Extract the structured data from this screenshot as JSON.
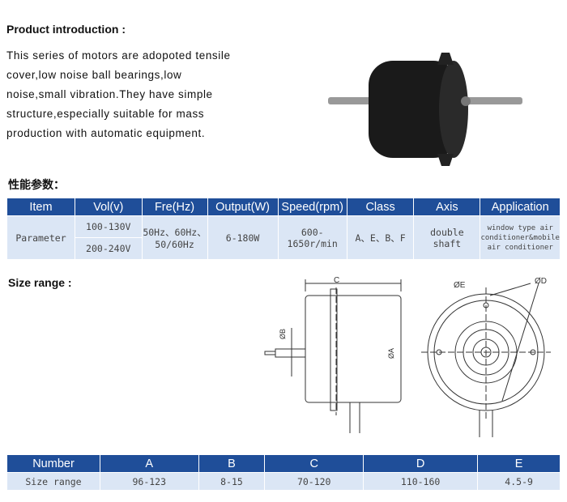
{
  "intro": {
    "title": "Product introduction :",
    "text": "This series of motors are adopoted tensile cover,low noise ball bearings,low noise,small vibration.They have simple structure,especially suitable for mass production with automatic equipment."
  },
  "params": {
    "title": "性能参数：",
    "headers": [
      "Item",
      "Vol(v)",
      "Fre(Hz)",
      "Output(W)",
      "Speed(rpm)",
      "Class",
      "Axis",
      "Application"
    ],
    "row_label": "Parameter",
    "vol": [
      "100-130V",
      "200-240V"
    ],
    "fre": "50Hz、60Hz、50/60Hz",
    "output": "6-180W",
    "speed": "600-1650r/min",
    "class": "A、E、B、F",
    "axis": "double shaft",
    "application": "window type air conditioner&mobile air conditioner"
  },
  "size": {
    "title": "Size range :",
    "labels": {
      "c": "C",
      "b": "ØB",
      "a": "ØA",
      "e": "ØE",
      "d": "ØD"
    },
    "headers": [
      "Number",
      "A",
      "B",
      "C",
      "D",
      "E"
    ],
    "values": [
      "Size range",
      "96-123",
      "8-15",
      "70-120",
      "110-160",
      "4.5-9"
    ]
  },
  "colors": {
    "header": "#1f4e99",
    "cell": "#dbe6f5"
  }
}
